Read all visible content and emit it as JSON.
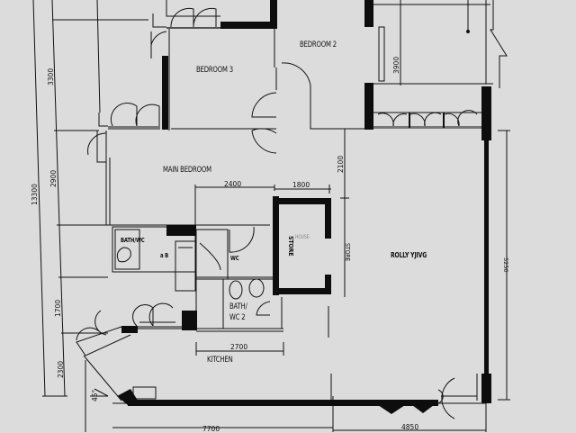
{
  "floorplan": {
    "rooms": {
      "bedroom2": "BEDROOM 2",
      "bedroom3": "BEDROOM 3",
      "main_bedroom": "MAIN BEDROOM",
      "kitchen": "KITCHEN",
      "bath_wc2_line1": "BATH/",
      "bath_wc2_line2": "WC 2",
      "living_dining": "ROLLY YJIVG",
      "bath_wc1": "BATH/WC",
      "store": "STORE",
      "wc1_small": "WC",
      "shelter": "HOUSE-",
      "ab": "a B"
    },
    "dimensions": {
      "overall_height": "13300",
      "left_3300": "3300",
      "left_2900": "2900",
      "left_1700": "1700",
      "left_2300": "2300",
      "dim_2400": "2400",
      "dim_1800": "1800",
      "dim_2100": "2100",
      "dim_3900": "3900",
      "dim_2700_kitchen": "2700",
      "bottom_7700": "7700",
      "bottom_4850": "4850",
      "right_vertical": "5250",
      "angle": "45°"
    },
    "colors": {
      "paper": "#dcdcdc",
      "ink": "#111111",
      "wall": "#0d0d0d",
      "light_line": "#555555"
    }
  }
}
